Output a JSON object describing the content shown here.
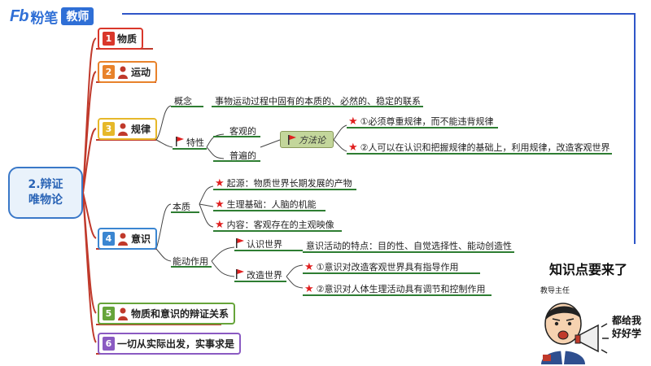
{
  "brand": {
    "logo": "Fb",
    "name": "粉笔",
    "tag": "教师"
  },
  "central": {
    "label": "2.辩证唯物论"
  },
  "branches": [
    {
      "num": "1",
      "label": "物质",
      "color": "#d9372b"
    },
    {
      "num": "2",
      "label": "运动",
      "color": "#e8822b"
    },
    {
      "num": "3",
      "label": "规律",
      "color": "#e6b82a"
    },
    {
      "num": "4",
      "label": "意识",
      "color": "#3b86d1"
    },
    {
      "num": "5",
      "label": "物质和意识的辩证关系",
      "color": "#66a43a"
    },
    {
      "num": "6",
      "label": "一切从实际出发，实事求是",
      "color": "#8a5ac2"
    }
  ],
  "law": {
    "concept_label": "概念",
    "concept_text": "事物运动过程中固有的本质的、必然的、稳定的联系",
    "traits_label": "特性",
    "traits": [
      "客观的",
      "普遍的"
    ],
    "method_label": "方法论",
    "methods": [
      "①必须尊重规律，而不能违背规律",
      "②人可以在认识和把握规律的基础上，利用规律，改造客观世界"
    ]
  },
  "consciousness": {
    "essence_label": "本质",
    "essence_items": [
      "起源：物质世界长期发展的产物",
      "生理基础：人脑的机能",
      "内容：客观存在的主观映像"
    ],
    "agency_label": "能动作用",
    "know_label": "认识世界",
    "know_text": "意识活动的特点：目的性、自觉选择性、能动创造性",
    "transform_label": "改造世界",
    "transform_items": [
      "①意识对改造客观世界具有指导作用",
      "②意识对人体生理活动具有调节和控制作用"
    ]
  },
  "sidebar": {
    "notice": "知识点要来了",
    "teacher_tag": "教导主任",
    "callout": "都给我好好学"
  },
  "colors": {
    "accent": "#2f6fd6",
    "branch_line": "#c0392b",
    "green_line": "#2e7d32",
    "blue_line": "#2f56c8"
  }
}
